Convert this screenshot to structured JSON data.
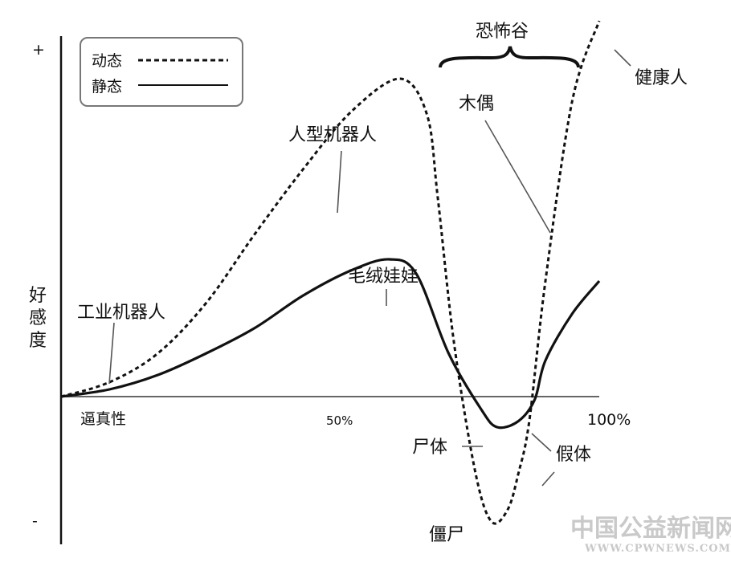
{
  "chart_data": {
    "type": "line",
    "y_title": "好感度",
    "y_pos_label": "+",
    "y_neg_label": "-",
    "x_title": "逼真性",
    "x_tick_mid": "50%",
    "x_tick_end": "100%",
    "x_range": [
      0,
      100
    ],
    "y_range": [
      -1,
      1
    ],
    "legend": {
      "position": "top-left",
      "entries": [
        {
          "name": "动态",
          "style": "dashed"
        },
        {
          "name": "静态",
          "style": "solid"
        }
      ]
    },
    "series": [
      {
        "name": "静态",
        "x": [
          0,
          9,
          18,
          27,
          36,
          45,
          54,
          61,
          66,
          72,
          78,
          81,
          85,
          88,
          90,
          95,
          100
        ],
        "y": [
          0,
          0.02,
          0.06,
          0.12,
          0.19,
          0.28,
          0.35,
          0.38,
          0.34,
          0.12,
          -0.08,
          -0.2,
          -0.16,
          -0.02,
          0.1,
          0.23,
          0.32
        ]
      },
      {
        "name": "动态",
        "x": [
          0,
          9,
          18,
          27,
          36,
          45,
          54,
          63,
          68,
          70,
          73,
          77,
          80,
          83,
          85,
          87,
          90,
          95,
          100
        ],
        "y": [
          0,
          0.04,
          0.12,
          0.26,
          0.45,
          0.63,
          0.79,
          0.88,
          0.78,
          0.55,
          0.15,
          -0.5,
          -0.82,
          -0.74,
          -0.5,
          -0.16,
          0.32,
          0.82,
          1.04
        ]
      }
    ],
    "annotations": {
      "industrial_robot": "工业机器人",
      "humanoid_robot": "人型机器人",
      "stuffed_toy": "毛绒娃娃",
      "uncanny_valley": "恐怖谷",
      "puppet": "木偶",
      "healthy_person": "健康人",
      "corpse": "尸体",
      "prosthetic": "假体",
      "zombie": "僵尸"
    }
  },
  "watermark": {
    "cn": "中国公益新闻网",
    "en": "WWW.CPWNEWS.COM"
  }
}
